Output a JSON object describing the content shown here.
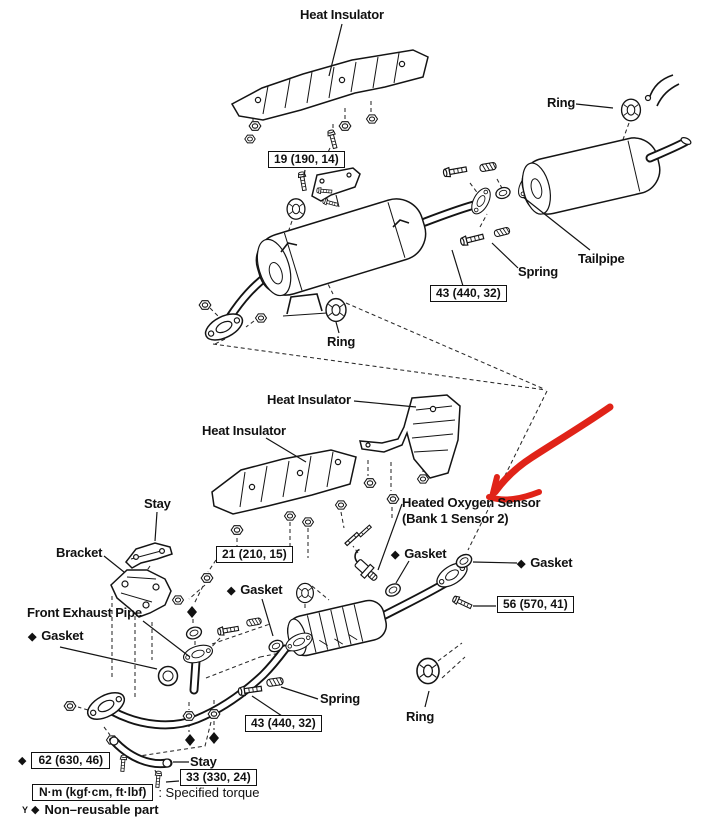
{
  "colors": {
    "ink": "#141414",
    "arrow_red": "#e02318",
    "background": "#ffffff"
  },
  "symbols": {
    "diamond": "◆"
  },
  "labels": {
    "heat_insulator_top": "Heat Insulator",
    "ring_top": "Ring",
    "tailpipe": "Tailpipe",
    "spring_top": "Spring",
    "ring_mid": "Ring",
    "heat_insulator_mid_right": "Heat Insulator",
    "heat_insulator_mid_left": "Heat Insulator",
    "heated_oxygen_sensor_line1": "Heated Oxygen Sensor",
    "heated_oxygen_sensor_line2": "(Bank 1 Sensor 2)",
    "stay_mid": "Stay",
    "bracket": "Bracket",
    "gasket_mid_left": "Gasket",
    "gasket_center": "Gasket",
    "gasket_right": "Gasket",
    "front_exhaust_pipe": "Front Exhaust Pipe",
    "gasket_front": "Gasket",
    "spring_bottom": "Spring",
    "ring_bottom": "Ring",
    "stay_bottom": "Stay"
  },
  "torque_specs": {
    "muffler_bracket": "19 (190, 14)",
    "tailpipe_to_muffler": "43 (440, 32)",
    "stay_to_bracket": "21 (210, 15)",
    "center_pipe_flange": "56 (570, 41)",
    "front_pipe_to_manifold": "62 (630, 46)",
    "front_pipe_to_center": "43 (440, 32)",
    "stay_to_body": "33 (330, 24)"
  },
  "legend": {
    "torque_unit": "N·m (kgf·cm, ft·lbf)",
    "torque_meaning": ": Specified torque",
    "footnote_prefix": "Y",
    "non_reusable": "Non–reusable part"
  }
}
